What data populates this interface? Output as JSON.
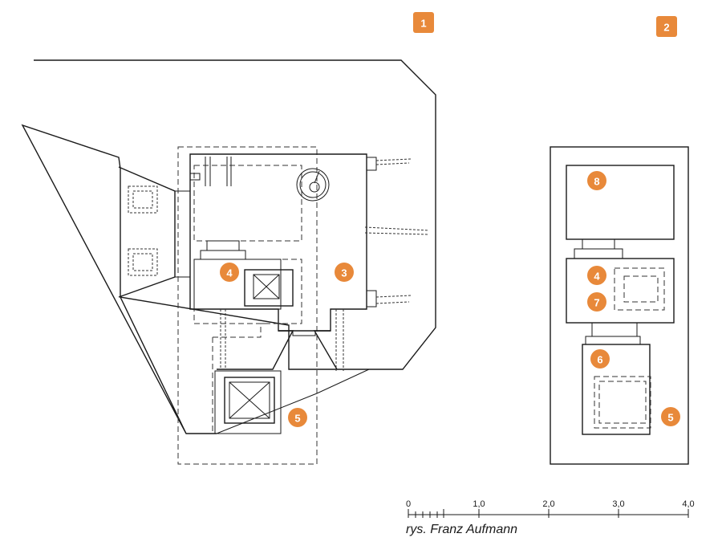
{
  "accent_color": "#e8893a",
  "panels": [
    {
      "id": "panel-1",
      "label": "1"
    },
    {
      "id": "panel-2",
      "label": "2"
    }
  ],
  "plan_left": {
    "markers": [
      "4",
      "3",
      "5"
    ]
  },
  "plan_right": {
    "markers": [
      "8",
      "4",
      "7",
      "6",
      "5"
    ]
  },
  "scale_bar": {
    "ticks": [
      "0",
      "1,0",
      "2,0",
      "3,0",
      "4,0"
    ]
  },
  "credit": "rys. Franz Aufmann"
}
